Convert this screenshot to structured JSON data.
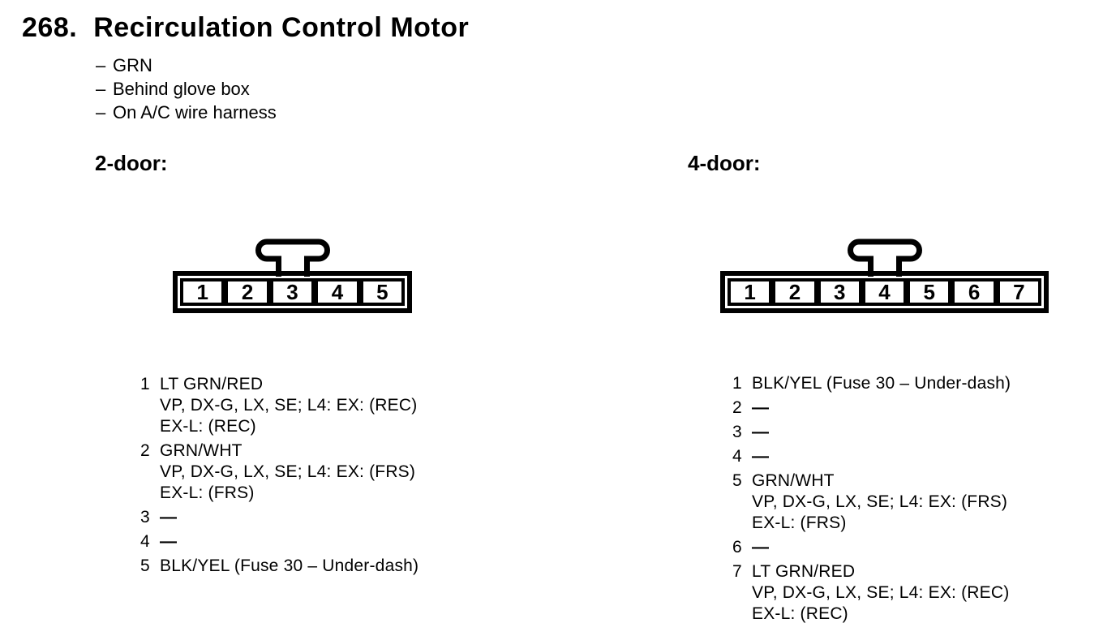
{
  "page": {
    "number": "268.",
    "title": "Recirculation Control Motor",
    "bullet_dash": "–",
    "notes": [
      "GRN",
      "Behind glove box",
      "On A/C wire harness"
    ]
  },
  "colors": {
    "ink": "#000000",
    "paper": "#ffffff"
  },
  "sections": [
    {
      "label": "2-door:",
      "pins": [
        "1",
        "2",
        "3",
        "4",
        "5"
      ],
      "entries": [
        {
          "num": "1",
          "lines": [
            "LT GRN/RED",
            "VP, DX-G, LX, SE; L4: EX: (REC)",
            "EX-L: (REC)"
          ]
        },
        {
          "num": "2",
          "lines": [
            "GRN/WHT",
            "VP, DX-G, LX, SE; L4: EX: (FRS)",
            "EX-L: (FRS)"
          ]
        },
        {
          "num": "3",
          "lines": [
            "—"
          ]
        },
        {
          "num": "4",
          "lines": [
            "—"
          ]
        },
        {
          "num": "5",
          "lines": [
            "BLK/YEL (Fuse 30 – Under-dash)"
          ]
        }
      ]
    },
    {
      "label": "4-door:",
      "pins": [
        "1",
        "2",
        "3",
        "4",
        "5",
        "6",
        "7"
      ],
      "entries": [
        {
          "num": "1",
          "lines": [
            "BLK/YEL (Fuse 30 – Under-dash)"
          ]
        },
        {
          "num": "2",
          "lines": [
            "—"
          ]
        },
        {
          "num": "3",
          "lines": [
            "—"
          ]
        },
        {
          "num": "4",
          "lines": [
            "—"
          ]
        },
        {
          "num": "5",
          "lines": [
            "GRN/WHT",
            "VP, DX-G, LX, SE; L4: EX: (FRS)",
            "EX-L: (FRS)"
          ]
        },
        {
          "num": "6",
          "lines": [
            "—"
          ]
        },
        {
          "num": "7",
          "lines": [
            "LT GRN/RED",
            "VP, DX-G, LX, SE; L4: EX: (REC)",
            "EX-L: (REC)"
          ]
        }
      ]
    }
  ]
}
